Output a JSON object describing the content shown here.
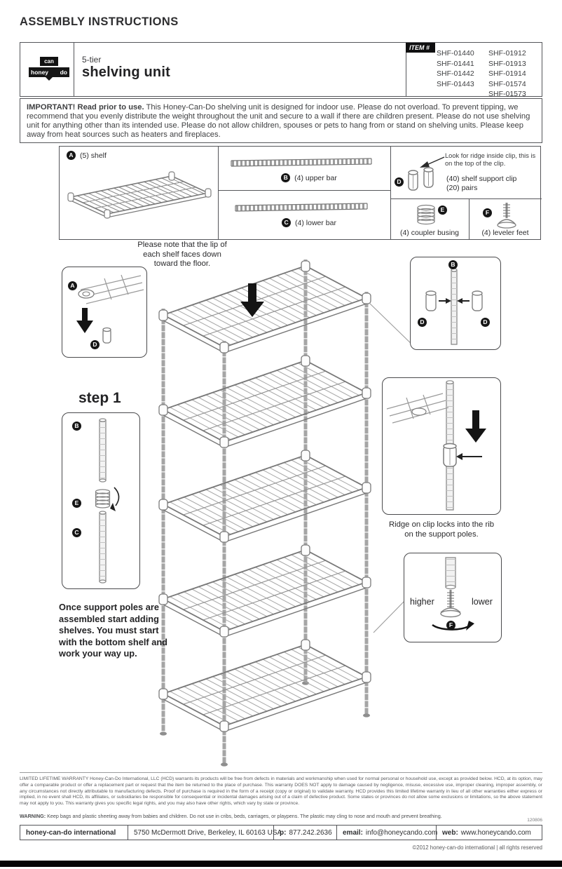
{
  "page": {
    "title": "ASSEMBLY INSTRUCTIONS",
    "doc_number": "120806",
    "copyright": "©2012 honey-can-do international | all rights reserved"
  },
  "header": {
    "logo": {
      "can": "can",
      "honey": "honey",
      "do": "do"
    },
    "product_subtitle": "5-tier",
    "product_title": "shelving unit",
    "item_label": "ITEM #",
    "items_col1": [
      "SHF-01440",
      "SHF-01441",
      "SHF-01442",
      "SHF-01443"
    ],
    "items_col2": [
      "SHF-01912",
      "SHF-01913",
      "SHF-01914",
      "SHF-01574",
      "SHF-01573"
    ]
  },
  "important": {
    "lead": "IMPORTANT! Read prior to use.",
    "body": " This Honey-Can-Do shelving unit is designed for indoor use. Please do not overload. To prevent tipping, we recommend that you evenly distribute the weight throughout the unit and secure to a wall if there are children present. Please do not use shelving unit for anything other than its intended use. Please do not allow children, spouses or pets to hang from or stand on shelving units. Please keep away from heat sources such as heaters and fireplaces."
  },
  "parts": {
    "a_letter": "A",
    "a_label": "(5) shelf",
    "b_letter": "B",
    "b_label": "(4) upper bar",
    "c_letter": "C",
    "c_label": "(4) lower bar",
    "d_letter": "D",
    "d_note": "Look for ridge inside clip, this is on the top of the clip.",
    "d_label": "(40) shelf support clip",
    "d_label2": "(20) pairs",
    "e_letter": "E",
    "e_label": "(4) coupler busing",
    "f_letter": "F",
    "f_label": "(4) leveler feet"
  },
  "diagram": {
    "lip_note": "Please note that the lip of each shelf faces down toward the floor.",
    "step_label": "step 1",
    "instruction": "Once support poles are assembled start adding shelves. You must start with the bottom shelf and work your way up.",
    "ridge_note": "Ridge on clip locks into the rib on the support poles.",
    "higher": "higher",
    "lower": "lower"
  },
  "legal": {
    "warranty": "LIMITED LIFETIME WARRANTY  Honey-Can-Do International, LLC (HCD) warrants its products will be free from defects in materials and workmanship when used for normal personal or household use, except as provided below. HCD, at its option, may offer a comparable product or offer a replacement part or request that the item be returned to the place of purchase. This warranty DOES NOT apply to damage caused by negligence, misuse, excessive use, improper cleaning, improper assembly, or any circumstances not directly attributable to manufacturing defects. Proof of purchase is required in the form of a receipt (copy or original) to validate warranty. HCD provides this limited lifetime warranty in lieu of all other warranties either express or implied, in no event shall HCD, its affiliates, or subsidiaries be responsible for consequential or incidental damages arising out of a claim of defective product. Some states or provinces do not allow some exclusions or limitations, so the above statement may not apply to you. This warranty gives you specific legal rights, and you may also have other rights, which vary by state or province.",
    "warning_lead": "WARNING:",
    "warning_body": " Keep bags and plastic sheeting away from babies and children. Do not use in cribs, beds, carriages, or playpens. The plastic may cling to nose and mouth and prevent breathing."
  },
  "footer": {
    "company": "honey-can-do international",
    "address": "5750 McDermott Drive, Berkeley, IL 60163 USA",
    "phone_label": "p:",
    "phone": "877.242.2636",
    "email_label": "email:",
    "email": "info@honeycando.com",
    "web_label": "web:",
    "web": "www.honeycando.com"
  }
}
